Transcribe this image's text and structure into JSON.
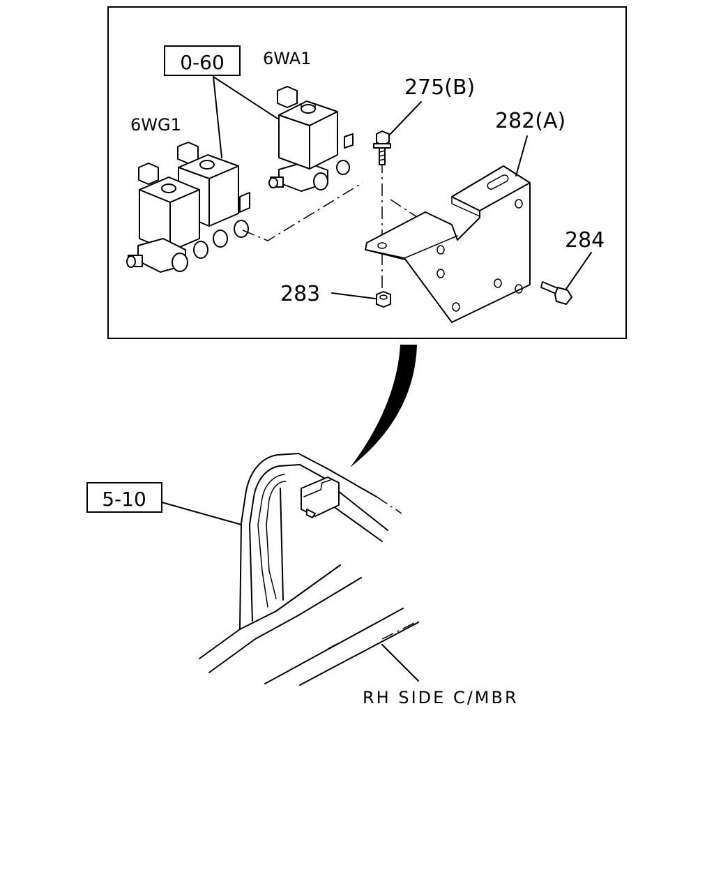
{
  "diagram": {
    "ref_boxes": {
      "valve_ref": "0-60",
      "frame_ref": "5-10"
    },
    "valve_labels": {
      "upper_valve": "6WA1",
      "lower_valve": "6WG1"
    },
    "part_numbers": {
      "bolt_upper": "275(B)",
      "bracket": "282(A)",
      "bolt_side": "284",
      "nut": "283"
    },
    "location_label": "RH SIDE C/MBR"
  }
}
